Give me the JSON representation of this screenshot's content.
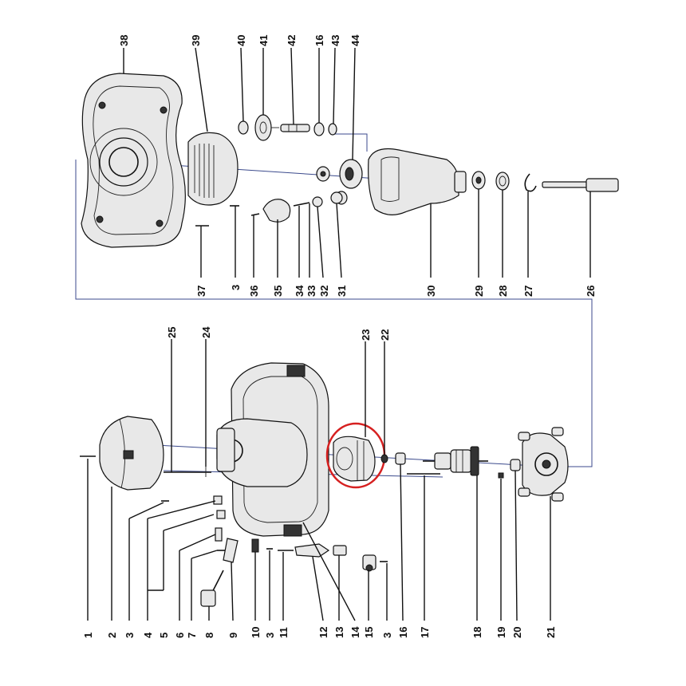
{
  "diagram": {
    "type": "exploded-parts-diagram",
    "highlight_color": "#d62020",
    "line_color": "#111111",
    "axis_color": "#3b4a8c",
    "highlighted_part": "23",
    "upper_assembly_labels": [
      "38",
      "39",
      "40",
      "41",
      "42",
      "16",
      "43",
      "44",
      "37",
      "3",
      "36",
      "35",
      "34",
      "33",
      "32",
      "31",
      "30",
      "29",
      "28",
      "27",
      "26"
    ],
    "lower_assembly_top_labels": [
      "25",
      "24",
      "23",
      "22"
    ],
    "lower_assembly_bottom_labels": [
      "1",
      "2",
      "3",
      "4",
      "5",
      "6",
      "7",
      "8",
      "9",
      "10",
      "3",
      "11",
      "12",
      "13",
      "14",
      "15",
      "3",
      "16",
      "17",
      "18",
      "19",
      "20",
      "21"
    ]
  }
}
